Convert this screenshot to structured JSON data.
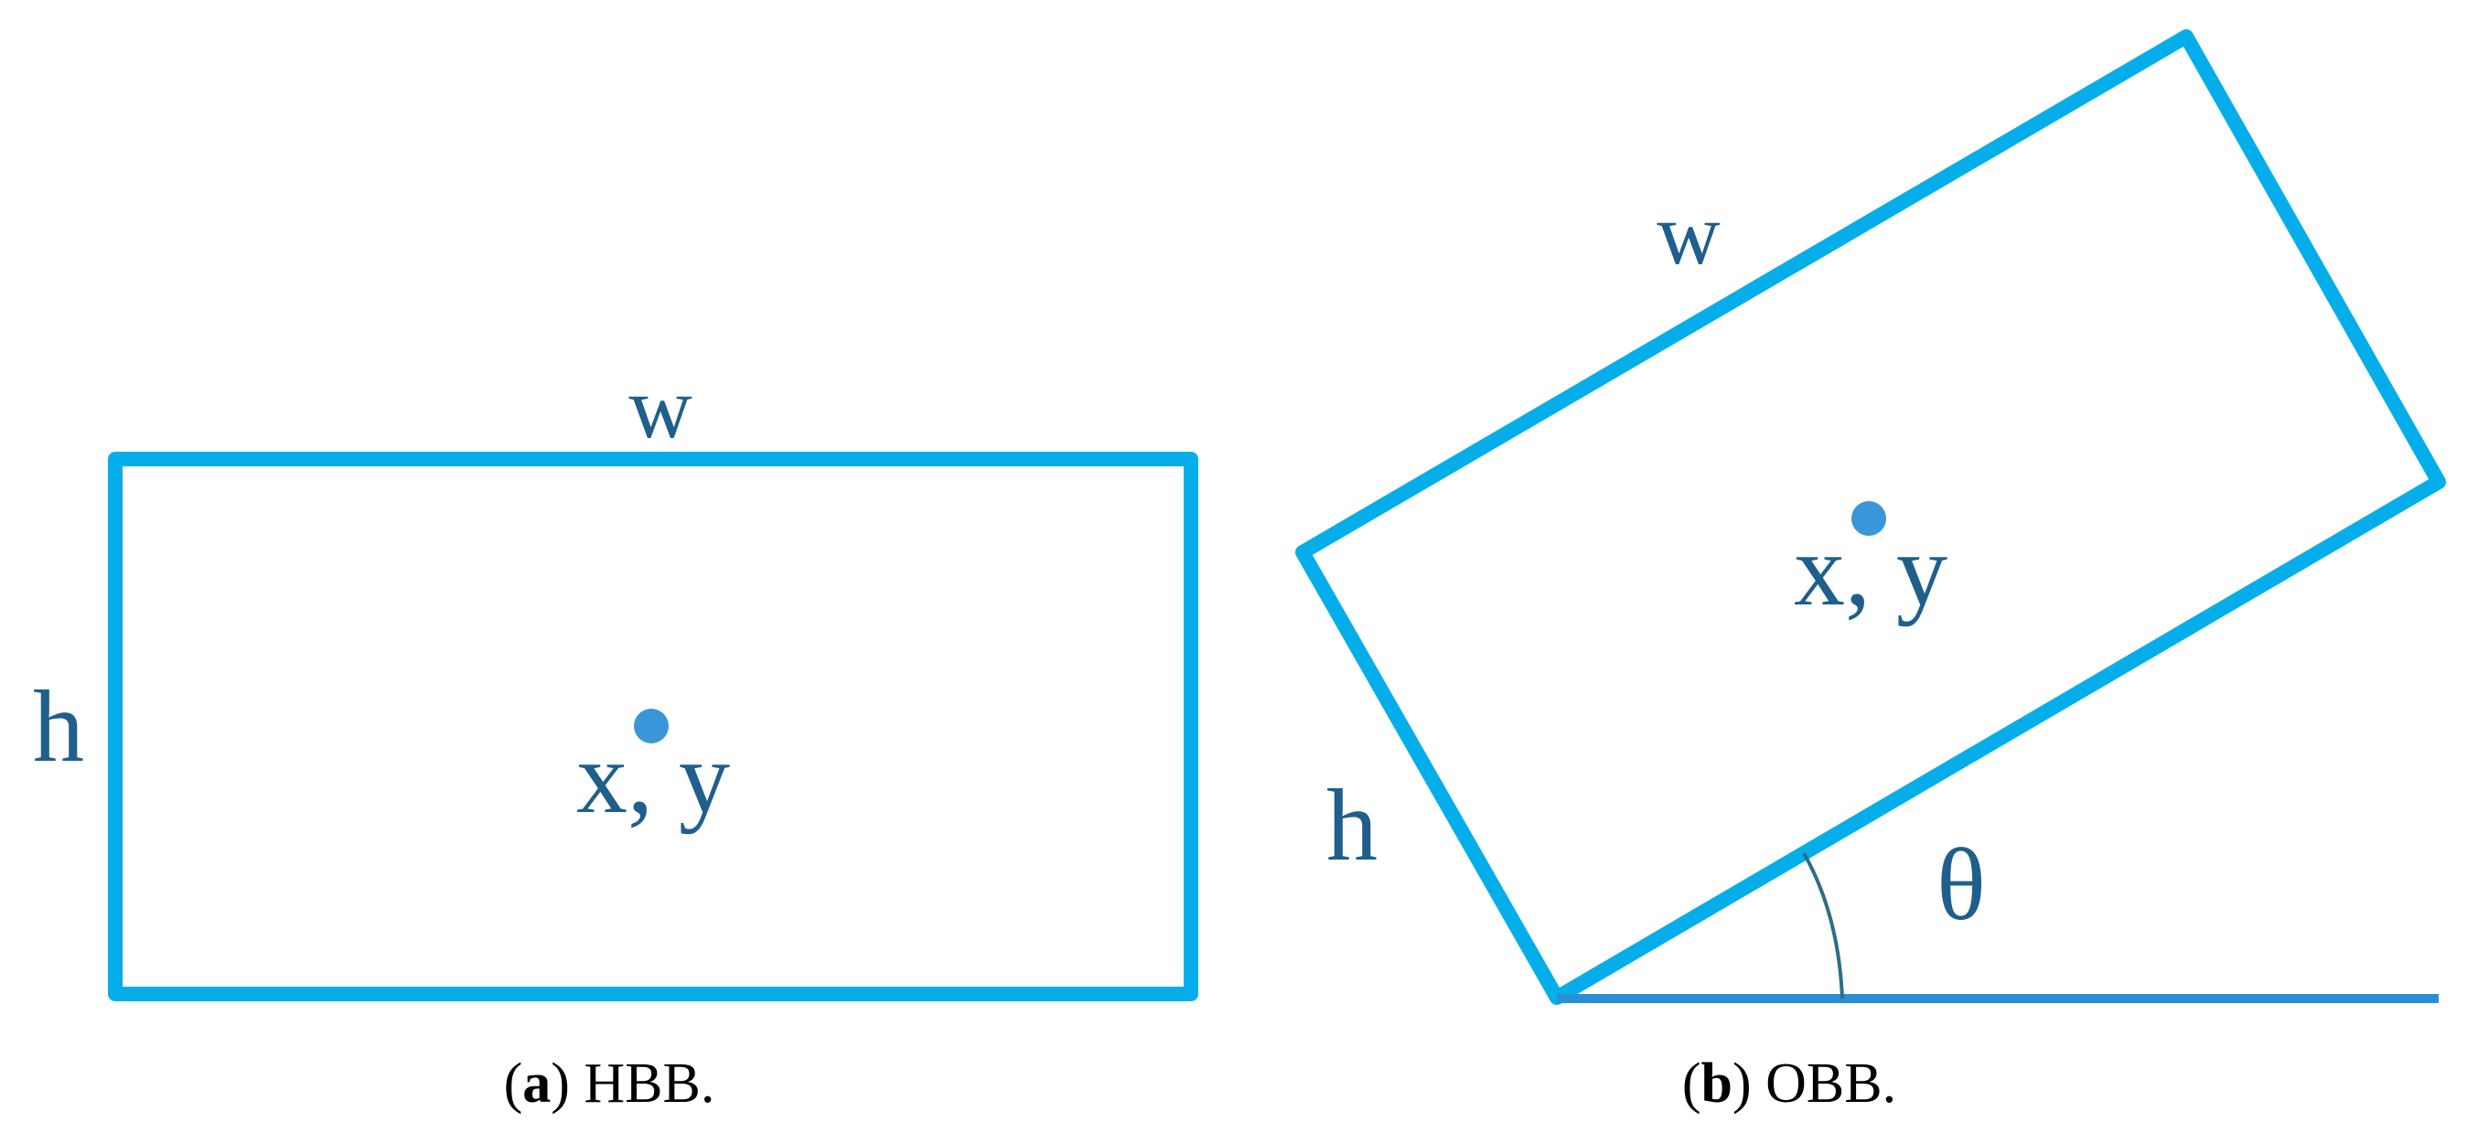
{
  "colors": {
    "box_stroke": "#05aeeb",
    "label": "#1f5f8b",
    "center_dot": "#3a96d8",
    "baseline": "#2b8fd6",
    "angle_arc": "#2c6e8a",
    "caption": "#000000"
  },
  "panels": [
    {
      "id": "a",
      "shape": "horizontal-rectangle",
      "labels": {
        "width": "w",
        "height": "h",
        "center": "x, y"
      },
      "caption": {
        "letter": "a",
        "text": "HBB."
      }
    },
    {
      "id": "b",
      "shape": "rotated-rectangle",
      "labels": {
        "width": "w",
        "height": "h",
        "center": "x, y",
        "angle": "θ"
      },
      "caption": {
        "letter": "b",
        "text": "OBB."
      }
    }
  ]
}
